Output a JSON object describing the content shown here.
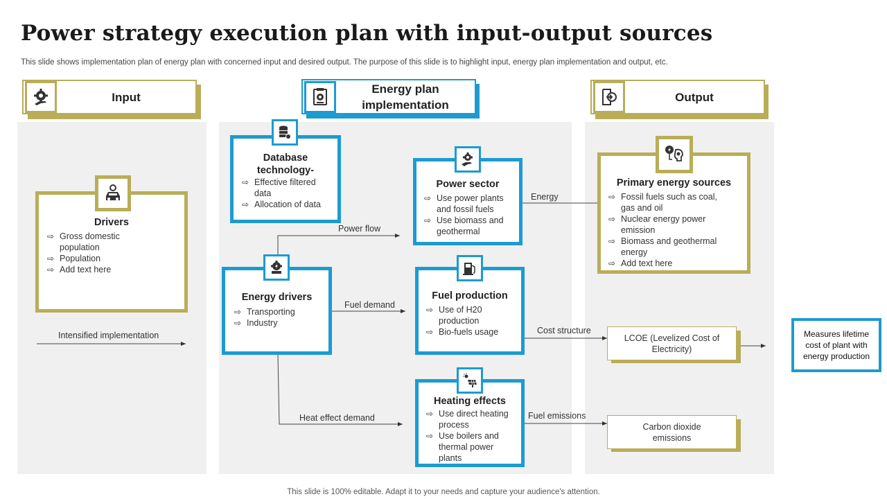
{
  "title": "Power strategy execution plan with input-output sources",
  "subtitle": "This slide shows implementation plan of energy plan with concerned input and desired output. The purpose of this slide is to highlight input, energy plan implementation and output, etc.",
  "footer": "This slide is 100% editable. Adapt it to your needs and capture your audience's attention.",
  "columns": {
    "input": "Input",
    "implementation": "Energy plan implementation",
    "output": "Output"
  },
  "drivers": {
    "title": "Drivers",
    "items": [
      "Gross domestic population",
      "Population",
      "Add text here"
    ]
  },
  "intensified_label": "Intensified implementation",
  "database": {
    "title": "Database technology-",
    "items": [
      "Effective filtered data",
      "Allocation of data"
    ]
  },
  "energy_drivers": {
    "title": "Energy drivers",
    "items": [
      "Transporting",
      "Industry"
    ]
  },
  "power_sector": {
    "title": "Power sector",
    "items": [
      "Use power plants and fossil fuels",
      "Use biomass and geothermal"
    ]
  },
  "fuel_production": {
    "title": "Fuel production",
    "items": [
      "Use of H20 production",
      "Bio-fuels usage"
    ]
  },
  "heating_effects": {
    "title": "Heating effects",
    "items": [
      "Use direct heating process",
      "Use boilers and thermal power plants"
    ]
  },
  "primary_sources": {
    "title": "Primary energy sources",
    "items": [
      "Fossil fuels such as coal, gas and oil",
      "Nuclear energy power emission",
      "Biomass and geothermal energy",
      "Add text here"
    ]
  },
  "flows": {
    "power_flow": "Power flow",
    "fuel_demand": "Fuel demand",
    "heat_effect_demand": "Heat effect demand",
    "energy": "Energy",
    "cost_structure": "Cost structure",
    "fuel_emissions": "Fuel emissions"
  },
  "lcoe": "LCOE (Levelized Cost of Electricity)",
  "carbon": "Carbon dioxide emissions",
  "measures": "Measures lifetime cost of plant with energy production"
}
